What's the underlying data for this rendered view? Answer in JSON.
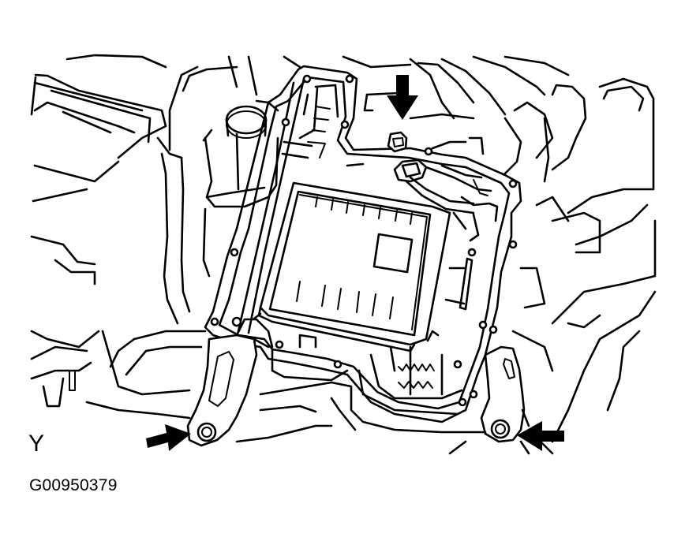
{
  "figure": {
    "view_label": "Y",
    "figure_code": "G00950379",
    "line_color": "#000000",
    "background_color": "#ffffff",
    "arrow_count": 3
  }
}
